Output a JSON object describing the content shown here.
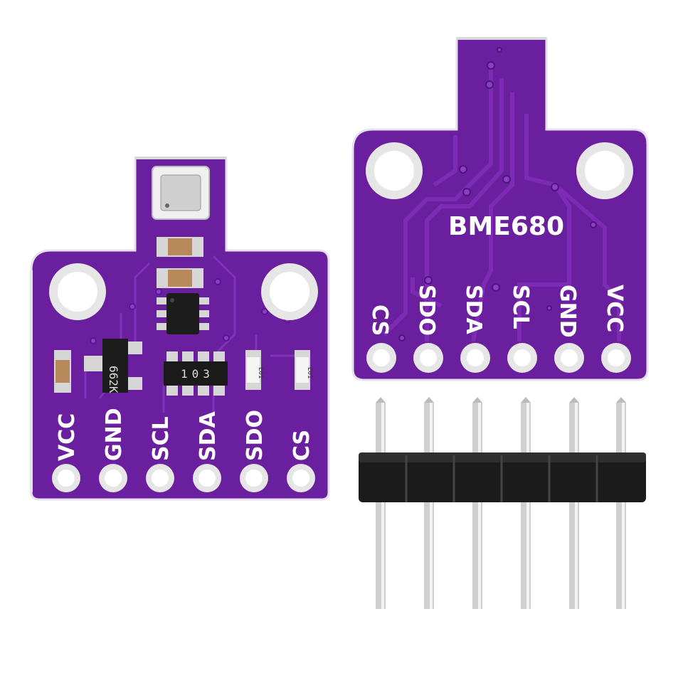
{
  "colors": {
    "background": "#ffffff",
    "pcb": "#6a1f9e",
    "pcb_dark": "#4e1578",
    "trace": "#7d2ab5",
    "silk": "#ffffff",
    "pad": "#e8e8e8",
    "header_plastic": "#1a1a1a",
    "header_pin": "#cfcfcf"
  },
  "front_board": {
    "pins": [
      "VCC",
      "GND",
      "SCL",
      "SDA",
      "SDO",
      "CS"
    ],
    "resistor_network_label": "103",
    "regulator_label": "662K",
    "small_part_label": "E01",
    "sensor_icon": "sensor-chip-icon"
  },
  "back_board": {
    "title": "BME680",
    "pins": [
      "CS",
      "SDO",
      "SDA",
      "SCL",
      "GND",
      "VCC"
    ]
  },
  "header": {
    "pin_count": 6
  }
}
